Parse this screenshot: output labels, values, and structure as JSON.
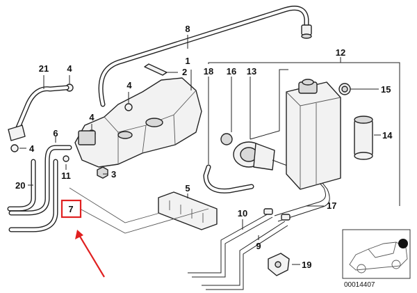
{
  "diagram": {
    "callouts": [
      {
        "id": "c1",
        "label": "1"
      },
      {
        "id": "c2",
        "label": "2"
      },
      {
        "id": "c3",
        "label": "3"
      },
      {
        "id": "c4a",
        "label": "4"
      },
      {
        "id": "c4b",
        "label": "4"
      },
      {
        "id": "c4c",
        "label": "4"
      },
      {
        "id": "c4d",
        "label": "4"
      },
      {
        "id": "c5",
        "label": "5"
      },
      {
        "id": "c6",
        "label": "6"
      },
      {
        "id": "c7",
        "label": "7"
      },
      {
        "id": "c8",
        "label": "8"
      },
      {
        "id": "c9",
        "label": "9"
      },
      {
        "id": "c10",
        "label": "10"
      },
      {
        "id": "c11",
        "label": "11"
      },
      {
        "id": "c12",
        "label": "12"
      },
      {
        "id": "c13",
        "label": "13"
      },
      {
        "id": "c14",
        "label": "14"
      },
      {
        "id": "c15",
        "label": "15"
      },
      {
        "id": "c16",
        "label": "16"
      },
      {
        "id": "c17",
        "label": "17"
      },
      {
        "id": "c18",
        "label": "18"
      },
      {
        "id": "c19",
        "label": "19"
      },
      {
        "id": "c20",
        "label": "20"
      },
      {
        "id": "c21",
        "label": "21"
      }
    ],
    "reference_number": "00014407",
    "highlight": {
      "label_id": "c7",
      "color": "#e02020"
    }
  }
}
